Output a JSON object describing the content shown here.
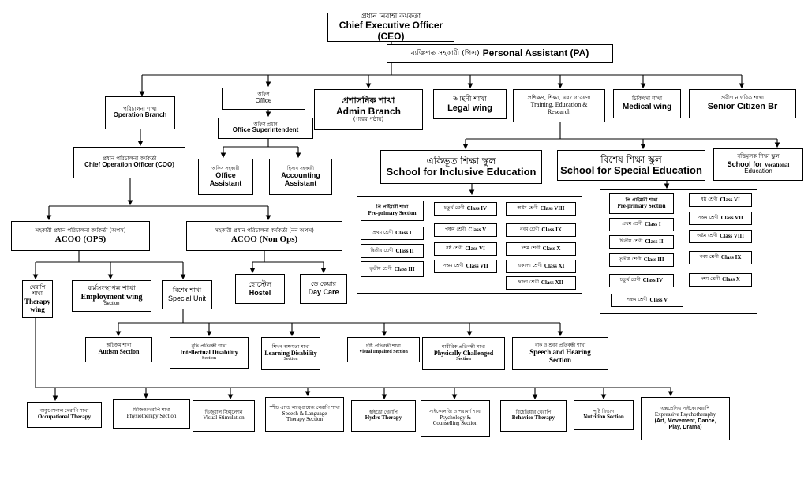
{
  "ceo": {
    "bn": "প্রধান নির্বাহী কর্মকর্তা",
    "en": "Chief Executive Officer (CEO)"
  },
  "pa": {
    "bn": "ব্যক্তিগত সহকারী (পিএ)",
    "en": "Personal Assistant (PA)"
  },
  "operation_branch": {
    "bn": "পরিচালনা শাখা",
    "en": "Operation Branch"
  },
  "office": {
    "bn": "অফিস",
    "en": "Office"
  },
  "office_superintendent": {
    "bn": "অফিস প্রধান",
    "en": "Office Superintendent"
  },
  "office_assistant": {
    "bn": "অফিস সহকারী",
    "en1": "Office",
    "en2": "Assistant"
  },
  "accounting_assistant": {
    "bn": "হিসাব সহকারী",
    "en1": "Accounting",
    "en2": "Assistant"
  },
  "admin_branch": {
    "bn": "প্রশাসনিক শাখা",
    "en": "Admin Branch",
    "note": "(পরের পৃষ্ঠায়)"
  },
  "legal_wing": {
    "bn": "আইনী শাখা",
    "en": "Legal wing"
  },
  "training": {
    "bn": "প্রশিক্ষণ, শিক্ষা, এবং গবেষণা",
    "en1": "Training, Education &",
    "en2": "Research"
  },
  "medical_wing": {
    "bn": "চিকিৎসা শাখা",
    "en": "Medical wing"
  },
  "senior_citizen": {
    "bn": "প্রবীণ নাগরিক শাখা",
    "en": "Senior Citizen Br"
  },
  "coo": {
    "bn": "প্রধান পরিচালনা কর্মকর্তা",
    "en": "Chief Operation Officer (COO)"
  },
  "acoo_ops": {
    "bn": "সহকারী প্রধান পরিচালনা কর্মকর্তা (অপস)",
    "en": "ACOO (OPS)"
  },
  "acoo_nonops": {
    "bn": "সহকারী প্রধান পরিচালনা কর্মকর্তা (নন অপস)",
    "en": "ACOO (Non Ops)"
  },
  "therapy_wing": {
    "bn": "থেরাপি শাখা",
    "en1": "Therapy",
    "en2": "wing"
  },
  "employment_wing": {
    "bn": "কর্মসংস্থাপন শাখা",
    "en": "Employment wing",
    "sub": "Section"
  },
  "special_unit": {
    "bn": "বিশেষ শাখা",
    "en": "Special Unit"
  },
  "hostel": {
    "bn": "হোস্টেল",
    "en": "Hostel"
  },
  "day_care": {
    "bn": "ডে কেয়ার",
    "en": "Day Care"
  },
  "inclusive_school": {
    "bn": "একিভূত শিক্ষা স্কুল",
    "en": "School for Inclusive Education"
  },
  "special_school": {
    "bn": "বিশেষ শিক্ষা স্কুল",
    "en": "School for Special Education"
  },
  "vocational_school": {
    "bn": "বৃত্তিমূলক শিক্ষা স্কুল",
    "en1": "School for",
    "en1b": "Vocational",
    "en2": "Education"
  },
  "inclusive_classes": [
    {
      "bn": "প্রি প্রাইমারী শাখা",
      "en": "Pre-primary Section"
    },
    {
      "bn": "প্রথম শ্রেণী",
      "en": "Class I"
    },
    {
      "bn": "দ্বিতীয় শ্রেণী",
      "en": "Class II"
    },
    {
      "bn": "তৃতীয় শ্রেণী",
      "en": "Class III"
    },
    {
      "bn": "চতুর্থ শ্রেণী",
      "en": "Class IV"
    },
    {
      "bn": "পঞ্চম শ্রেণী",
      "en": "Class V"
    },
    {
      "bn": "ষষ্ঠ শ্রেণী",
      "en": "Class VI"
    },
    {
      "bn": "সপ্তম শ্রেণী",
      "en": "Class VII"
    },
    {
      "bn": "অষ্টম শ্রেণী",
      "en": "Class VIII"
    },
    {
      "bn": "নবম শ্রেণী",
      "en": "Class IX"
    },
    {
      "bn": "দশম শ্রেণী",
      "en": "Class X"
    },
    {
      "bn": "একাদশ শ্রেণী",
      "en": "Class XI"
    },
    {
      "bn": "দ্বাদশ শ্রেণী",
      "en": "Class XII"
    }
  ],
  "special_classes": [
    {
      "bn": "প্রি প্রাইমারী শাখা",
      "en": "Pre-primary Section"
    },
    {
      "bn": "প্রথম শ্রেণী",
      "en": "Class I"
    },
    {
      "bn": "দ্বিতীয় শ্রেণী",
      "en": "Class II"
    },
    {
      "bn": "তৃতীয় শ্রেণী",
      "en": "Class III"
    },
    {
      "bn": "চতুর্থ শ্রেণী",
      "en": "Class IV"
    },
    {
      "bn": "পঞ্চম শ্রেণী",
      "en": "Class V"
    },
    {
      "bn": "ষষ্ঠ শ্রেণী",
      "en": "Class VI"
    },
    {
      "bn": "সপ্তম শ্রেণী",
      "en": "Class VII"
    },
    {
      "bn": "অষ্টম শ্রেণী",
      "en": "Class VIII"
    },
    {
      "bn": "নবম শ্রেণী",
      "en": "Class IX"
    },
    {
      "bn": "দশম শ্রেণী",
      "en": "Class X"
    }
  ],
  "special_sections": [
    {
      "bn": "অটিজম শাখা",
      "en": "Autism Section",
      "sub": ""
    },
    {
      "bn": "বুদ্ধি প্রতিবন্ধী শাখা",
      "en": "Intellectual Disability",
      "sub": "Section"
    },
    {
      "bn": "শিখন অক্ষমতা শাখা",
      "en": "Learning Disability",
      "sub": "Section"
    },
    {
      "bn": "দৃষ্টি প্রতিবন্ধী শাখা",
      "en": "Visual Impaired Section",
      "sub": ""
    },
    {
      "bn": "শারীরিক প্রতিবন্ধী শাখা",
      "en": "Physically Challenged",
      "sub": "Section"
    },
    {
      "bn": "বাক ও শ্রবণ প্রতিবন্ধী শাখা",
      "en": "Speech and Hearing",
      "sub": "Section"
    }
  ],
  "therapies": [
    {
      "bn": "অকুপেশনাল থেরাপি শাখা",
      "en": "Occupational Therapy",
      "sub": ""
    },
    {
      "bn": "ফিজিওথেরাপি শাখা",
      "en": "Physiotherapy Section",
      "sub": ""
    },
    {
      "bn": "ভিজুয়াল স্টিমুলেশন",
      "en": "Visual Stimulation",
      "sub": ""
    },
    {
      "bn": "স্পীচ এ্যান্ড ল্যাঙ্গুয়েজ থেরাপি শাখা",
      "en": "Speech & Language",
      "sub": "Therapy Section"
    },
    {
      "bn": "হাইড্রো থেরাপি",
      "en": "Hydro Therapy",
      "sub": ""
    },
    {
      "bn": "সাইকোলজি ও পরামর্শ শাখা",
      "en": "Psychology &",
      "sub": "Counselling Section"
    },
    {
      "bn": "বিহেভিয়ার থেরাপি",
      "en": "Behavior Therapy",
      "sub": ""
    },
    {
      "bn": "পুষ্টি বিভাগ",
      "en": "Nutrition Section",
      "sub": ""
    },
    {
      "bn": "এক্সপ্রেসিভ সাইকোথেরাপি",
      "en": "Expressive Psychotheraphy",
      "sub": "(Art, Movement, Dance,",
      "sub2": "Play, Drama)"
    }
  ]
}
